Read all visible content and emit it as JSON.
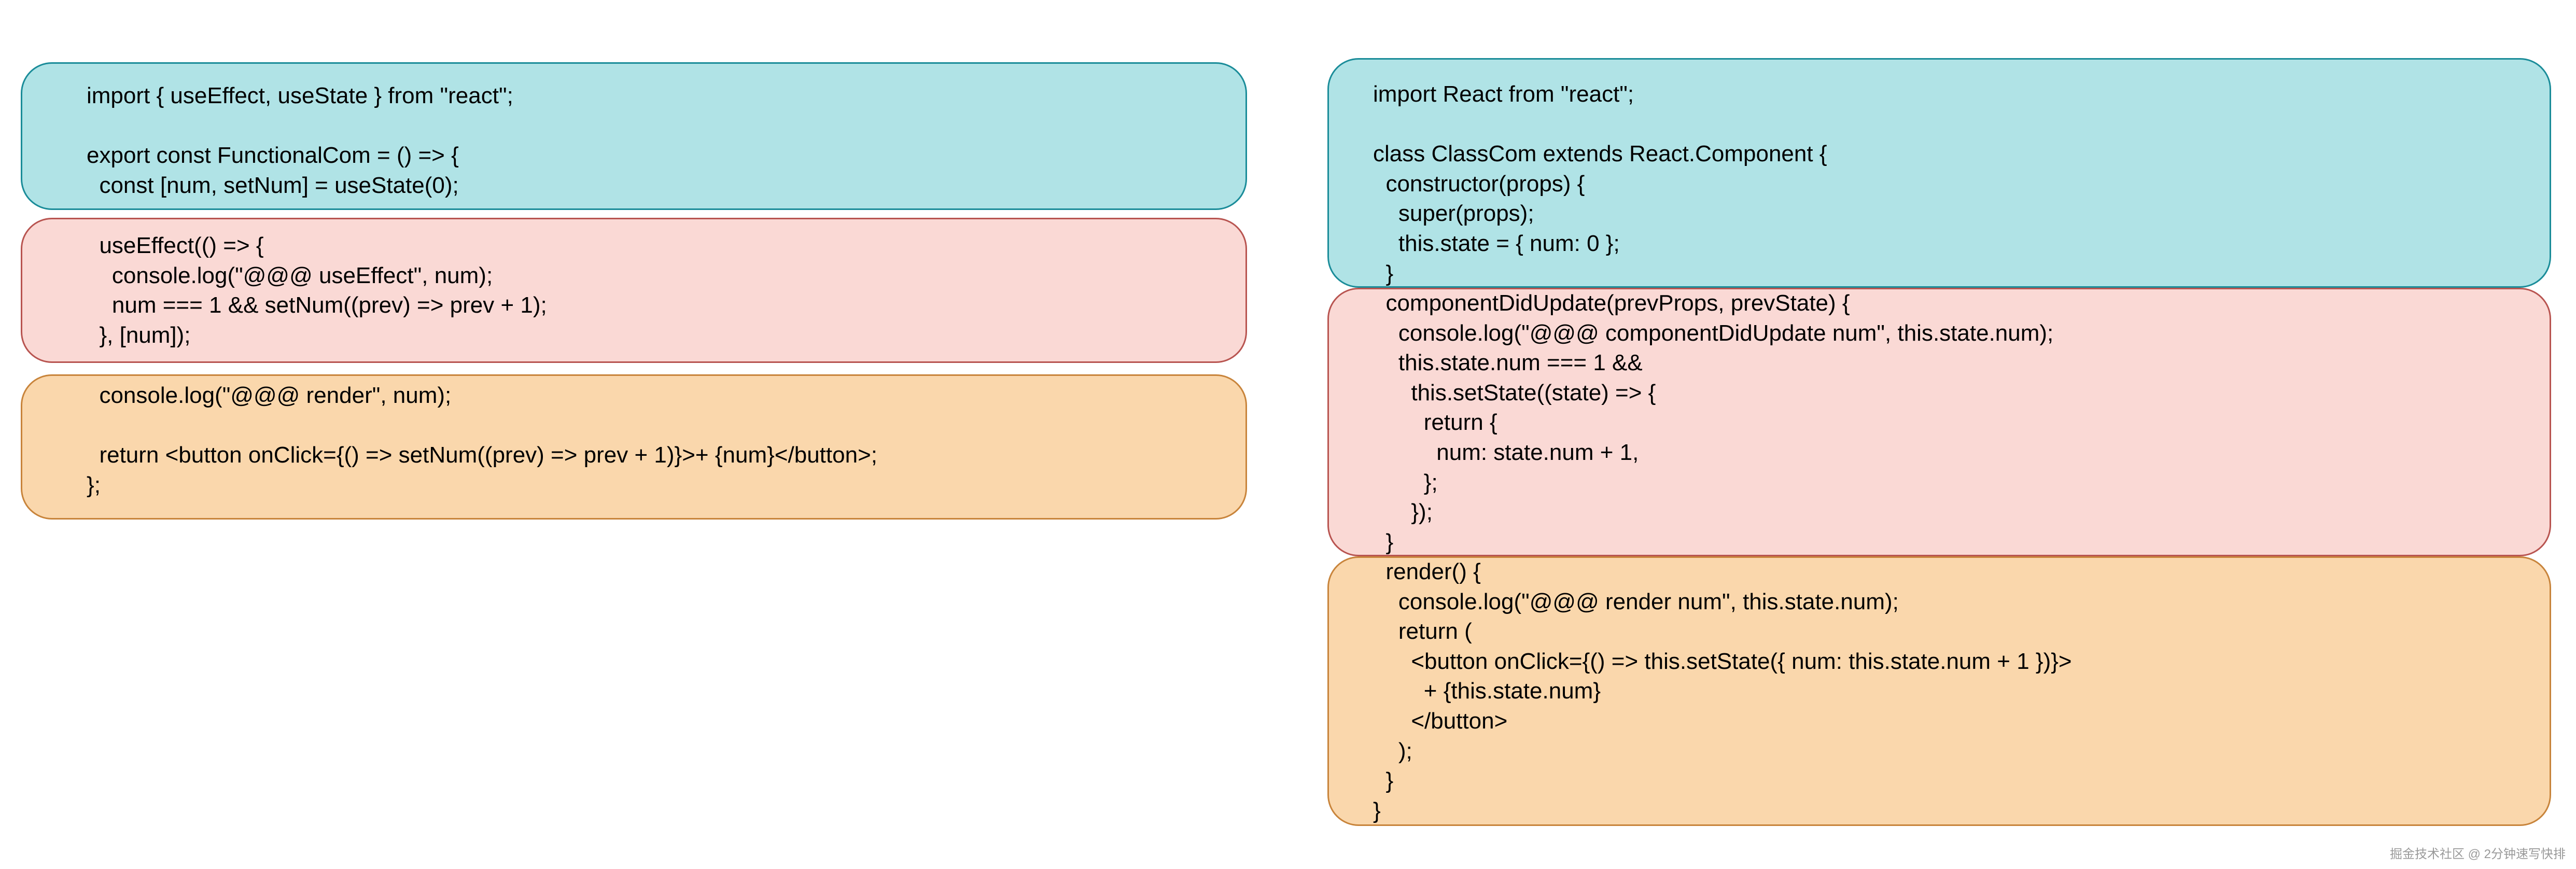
{
  "colors": {
    "blue_fill": "#b0e3e6",
    "blue_border": "#1a8c99",
    "red_fill": "#fad9d5",
    "red_border": "#b85450",
    "orange_fill": "#fad7ac",
    "orange_border": "#c8843b"
  },
  "functional": {
    "blue": "import { useEffect, useState } from \"react\";\n\nexport const FunctionalCom = () => {\n  const [num, setNum] = useState(0);",
    "red": "  useEffect(() => {\n    console.log(\"@@@ useEffect\", num);\n    num === 1 && setNum((prev) => prev + 1);\n  }, [num]);",
    "orange": "  console.log(\"@@@ render\", num);\n\n  return <button onClick={() => setNum((prev) => prev + 1)}>+ {num}</button>;\n};"
  },
  "classcom": {
    "blue": "import React from \"react\";\n\nclass ClassCom extends React.Component {\n  constructor(props) {\n    super(props);\n    this.state = { num: 0 };\n  }",
    "red": "  componentDidUpdate(prevProps, prevState) {\n    console.log(\"@@@ componentDidUpdate num\", this.state.num);\n    this.state.num === 1 &&\n      this.setState((state) => {\n        return {\n          num: state.num + 1,\n        };\n      });\n  }",
    "orange": "  render() {\n    console.log(\"@@@ render num\", this.state.num);\n    return (\n      <button onClick={() => this.setState({ num: this.state.num + 1 })}>\n        + {this.state.num}\n      </button>\n    );\n  }\n}"
  },
  "watermark": "掘金技术社区 @ 2分钟速写快排"
}
